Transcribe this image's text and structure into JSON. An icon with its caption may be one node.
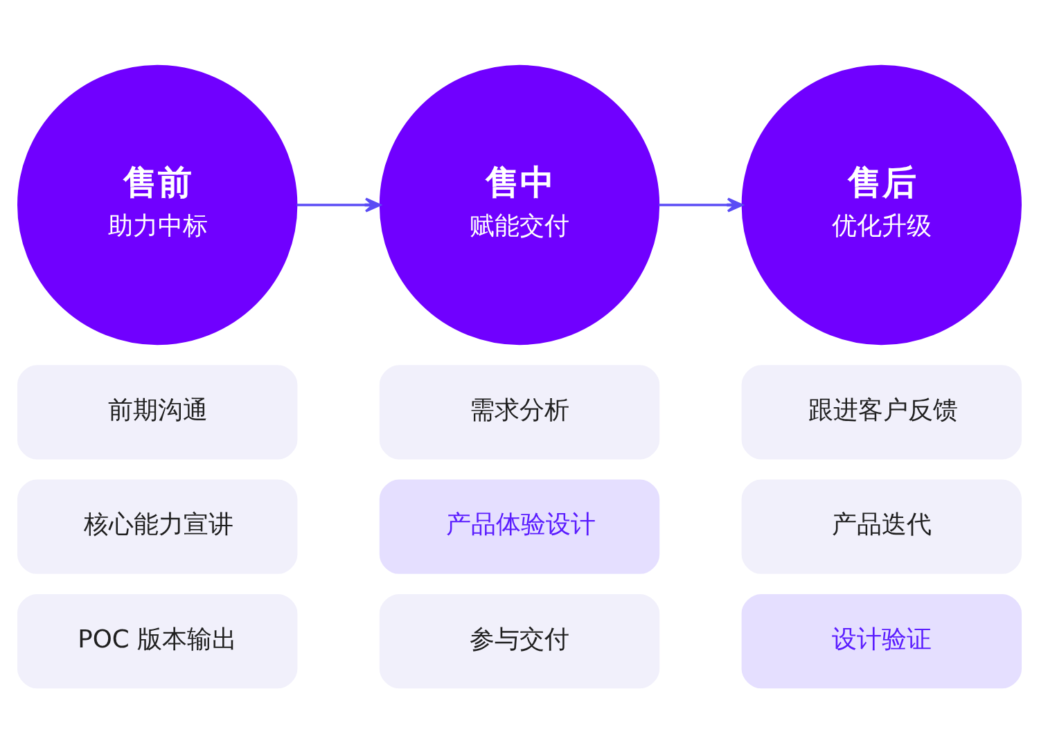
{
  "diagram": {
    "nodes": [
      {
        "text": [
          "售前",
          "助力中标"
        ]
      },
      {
        "text": [
          "售中",
          "赋能交付"
        ]
      },
      {
        "text": [
          "售后",
          "优化升级"
        ]
      },
      {
        "text": [
          "前期沟通"
        ]
      },
      {
        "text": [
          "需求分析"
        ]
      },
      {
        "text": [
          "跟进客户反馈"
        ]
      },
      {
        "text": [
          "核心能力宣讲"
        ]
      },
      {
        "text": [
          "产品体验设计"
        ]
      },
      {
        "text": [
          "产品迭代"
        ]
      },
      {
        "text": [
          "POC 版本输出"
        ]
      },
      {
        "text": [
          "参与交付"
        ]
      },
      {
        "text": [
          "设计验证"
        ]
      }
    ],
    "edges": [
      {
        "from": 0,
        "to": 1,
        "arrow": "to"
      },
      {
        "from": 1,
        "to": 2,
        "arrow": "to"
      }
    ]
  }
}
